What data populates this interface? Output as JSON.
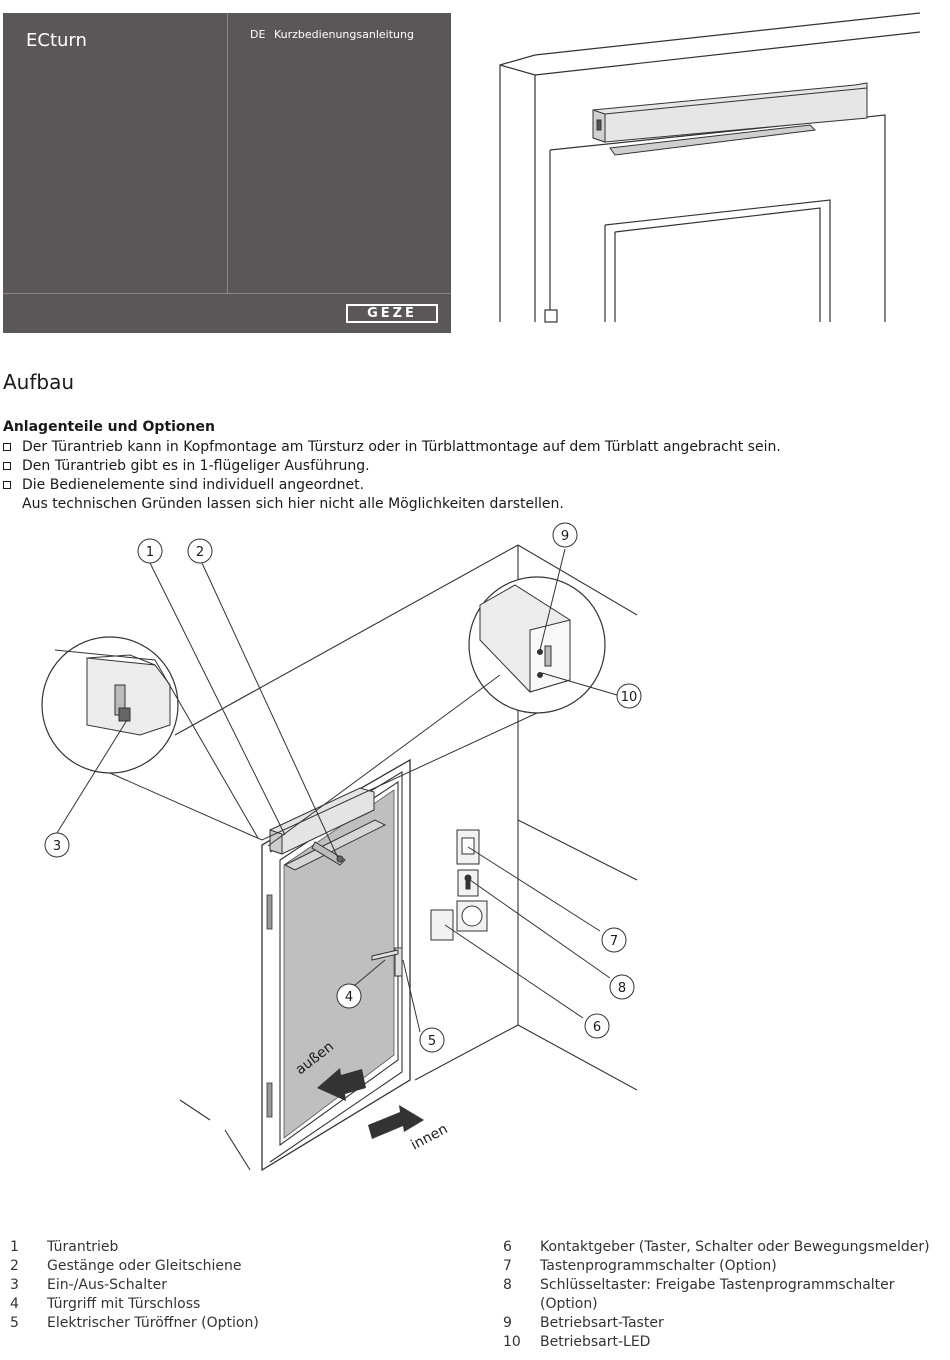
{
  "cover": {
    "product_name": "ECturn",
    "language": "DE",
    "document_type": "Kurzbedienungsanleitung",
    "logo_text": "GEZE"
  },
  "section": {
    "title": "Aufbau",
    "subtitle": "Anlagenteile und Optionen",
    "bullets": [
      "Der Türantrieb kann in Kopfmontage am Türsturz oder in Türblattmontage auf dem Türblatt angebracht sein.",
      "Den Türantrieb gibt es in 1-flügeliger Ausführung.",
      "Die Bedienelemente sind individuell angeordnet.",
      "Aus technischen Gründen lassen sich hier nicht alle Möglichkeiten darstellen."
    ]
  },
  "diagram": {
    "callouts": [
      "1",
      "2",
      "3",
      "4",
      "5",
      "6",
      "7",
      "8",
      "9",
      "10"
    ],
    "label_outside": "außen",
    "label_inside": "innen"
  },
  "legend": {
    "left": [
      {
        "num": "1",
        "text": "Türantrieb"
      },
      {
        "num": "2",
        "text": "Gestänge oder Gleitschiene"
      },
      {
        "num": "3",
        "text": "Ein-/Aus-Schalter"
      },
      {
        "num": "4",
        "text": "Türgriff mit Türschloss"
      },
      {
        "num": "5",
        "text": "Elektrischer Türöffner (Option)"
      }
    ],
    "right": [
      {
        "num": "6",
        "text": "Kontaktgeber (Taster, Schalter oder Bewegungsmelder)"
      },
      {
        "num": "7",
        "text": "Tastenprogrammschalter (Option)"
      },
      {
        "num": "8",
        "text": "Schlüsseltaster: Freigabe Tastenprogrammschalter  (Option)"
      },
      {
        "num": "9",
        "text": "Betriebsart-Taster"
      },
      {
        "num": "10",
        "text": "Betriebsart-LED"
      }
    ]
  }
}
